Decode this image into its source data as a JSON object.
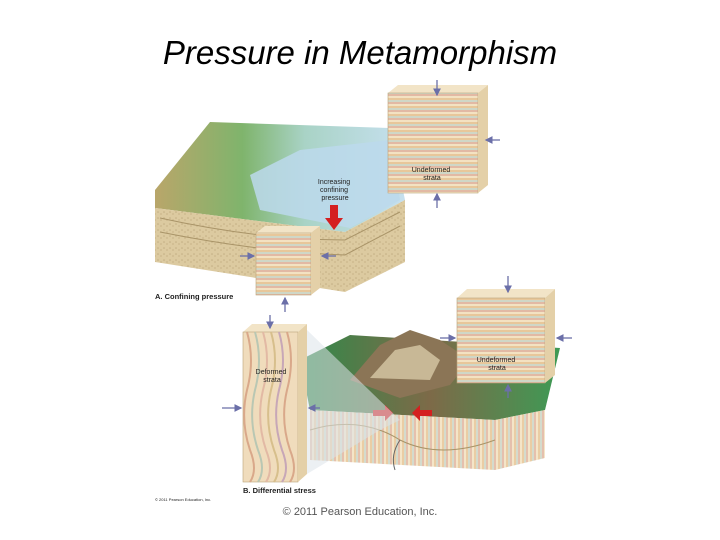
{
  "slide": {
    "title": "Pressure in Metamorphism",
    "footer": "© 2011 Pearson Education, Inc."
  },
  "panel_a": {
    "caption": "A. Confining pressure",
    "pressure_label_lines": [
      "Increasing",
      "confining",
      "pressure"
    ],
    "block_label_lines": [
      "Undeformed",
      "strata"
    ]
  },
  "panel_b": {
    "caption": "B. Differential stress",
    "deformed_label_lines": [
      "Deformed",
      "strata"
    ],
    "block_label_lines": [
      "Undeformed",
      "strata"
    ]
  },
  "small_credit": "© 2011 Pearson Education, Inc.",
  "colors": {
    "stress_arrow": "#d42020",
    "pressure_arrow": "#6b6fa8",
    "sea": "#bcd9ec",
    "land_green": "#5fa86a",
    "sediment": "#d8c8a0"
  }
}
